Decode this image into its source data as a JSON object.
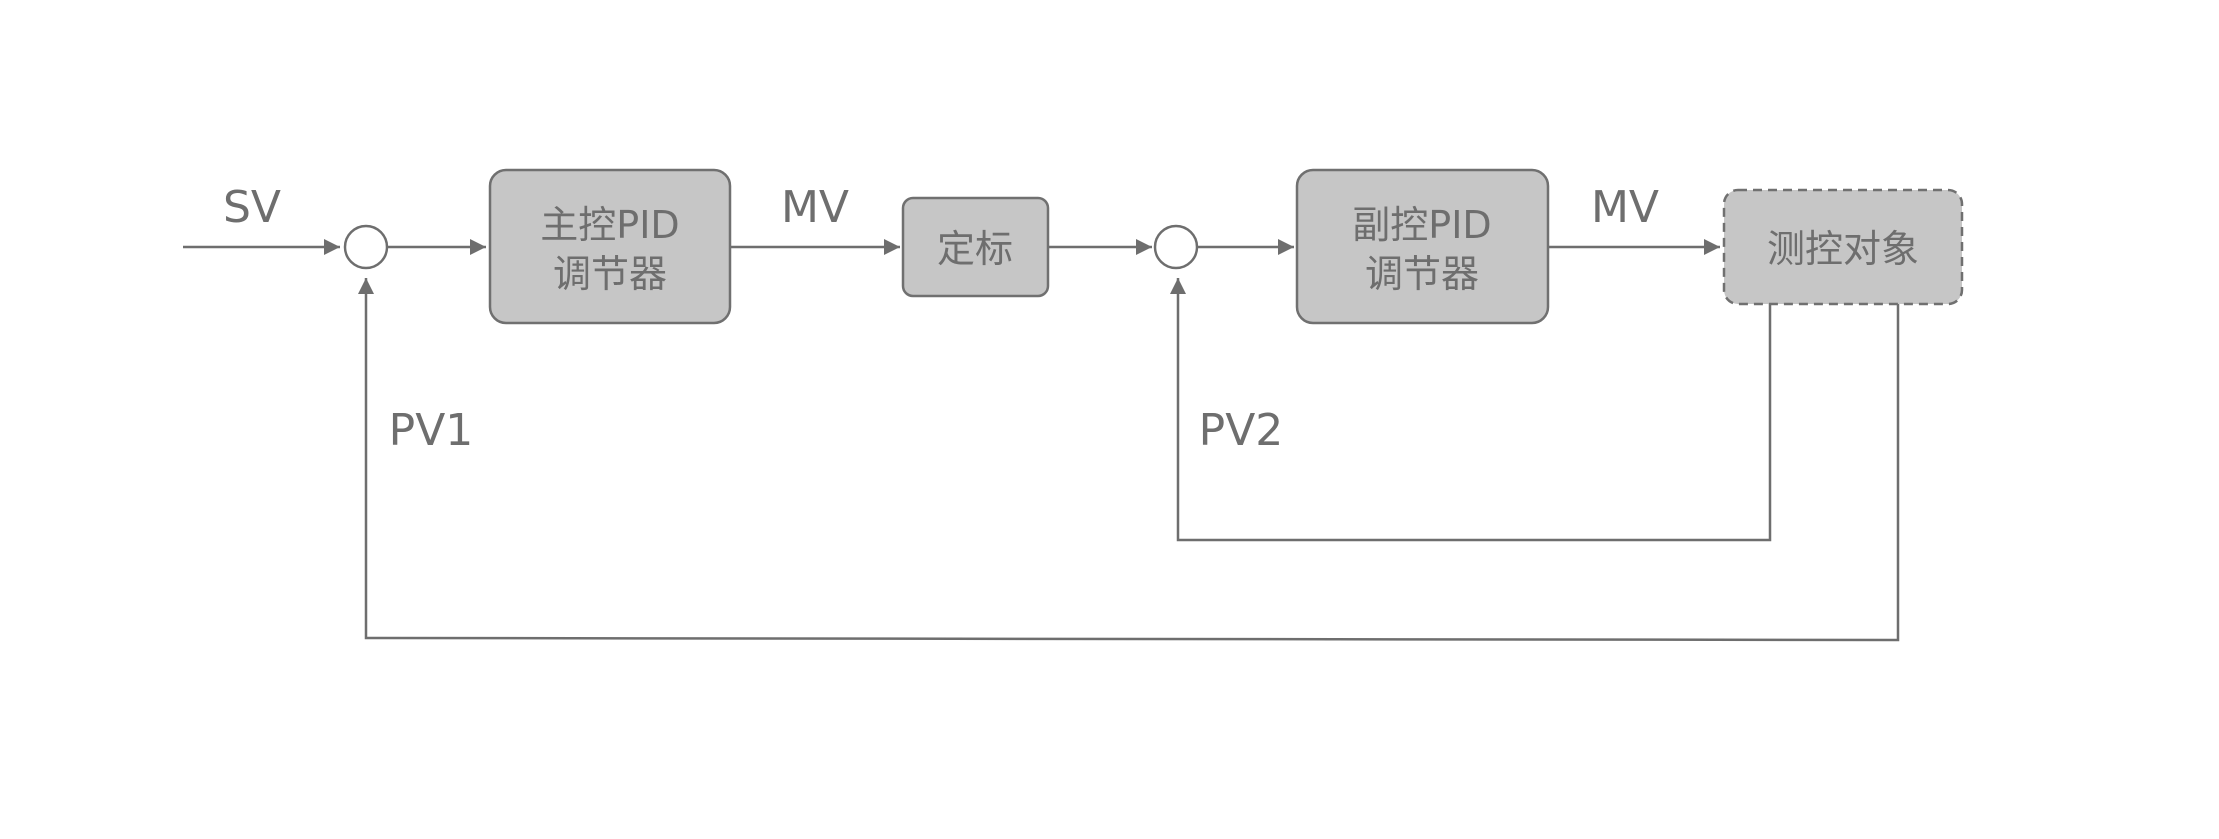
{
  "diagram": {
    "blocks": {
      "main_pid": {
        "line1": "主控PID",
        "line2": "调节器"
      },
      "scaling": {
        "label": "定标"
      },
      "secondary_pid": {
        "line1": "副控PID",
        "line2": "调节器"
      },
      "plant": {
        "label": "测控对象"
      }
    },
    "signals": {
      "setpoint": "SV",
      "output1": "MV",
      "output2": "MV",
      "feedback1": "PV1",
      "feedback2": "PV2"
    },
    "colors": {
      "block_fill": "#c6c6c6",
      "block_stroke": "#707070",
      "line": "#6e6e6e",
      "text": "#6e6e6e"
    }
  }
}
